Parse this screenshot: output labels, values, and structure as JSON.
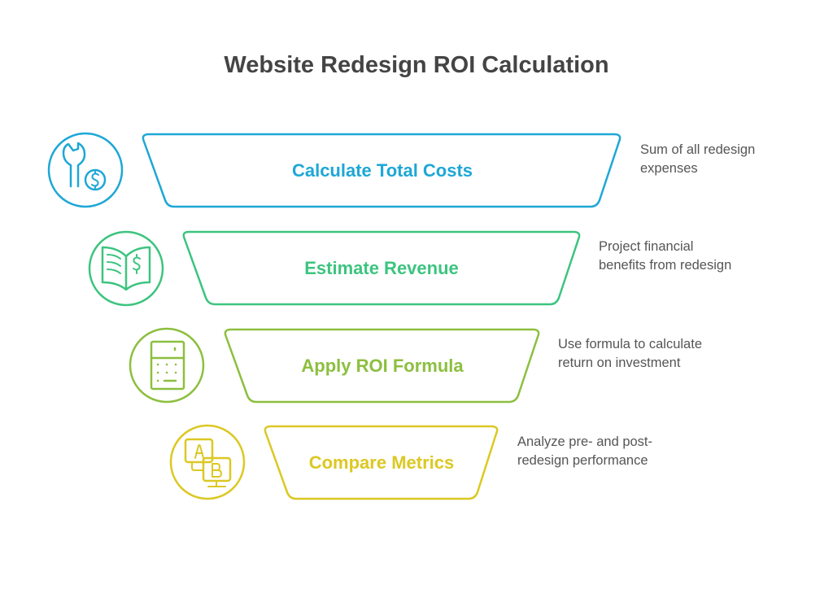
{
  "title": "Website Redesign ROI Calculation",
  "steps": [
    {
      "label": "Calculate Total Costs",
      "desc_line1": "Sum of all redesign",
      "desc_line2": "expenses",
      "color": "#1ea7d6",
      "icon": "wrench-dollar-icon"
    },
    {
      "label": "Estimate Revenue",
      "desc_line1": "Project financial",
      "desc_line2": "benefits from redesign",
      "color": "#3cc47f",
      "icon": "book-dollar-icon"
    },
    {
      "label": "Apply ROI Formula",
      "desc_line1": "Use formula to calculate",
      "desc_line2": "return on investment",
      "color": "#8cbf3f",
      "icon": "calculator-icon"
    },
    {
      "label": "Compare Metrics",
      "desc_line1": "Analyze pre- and post-",
      "desc_line2": "redesign performance",
      "color": "#dcc823",
      "icon": "ab-test-icon"
    }
  ]
}
